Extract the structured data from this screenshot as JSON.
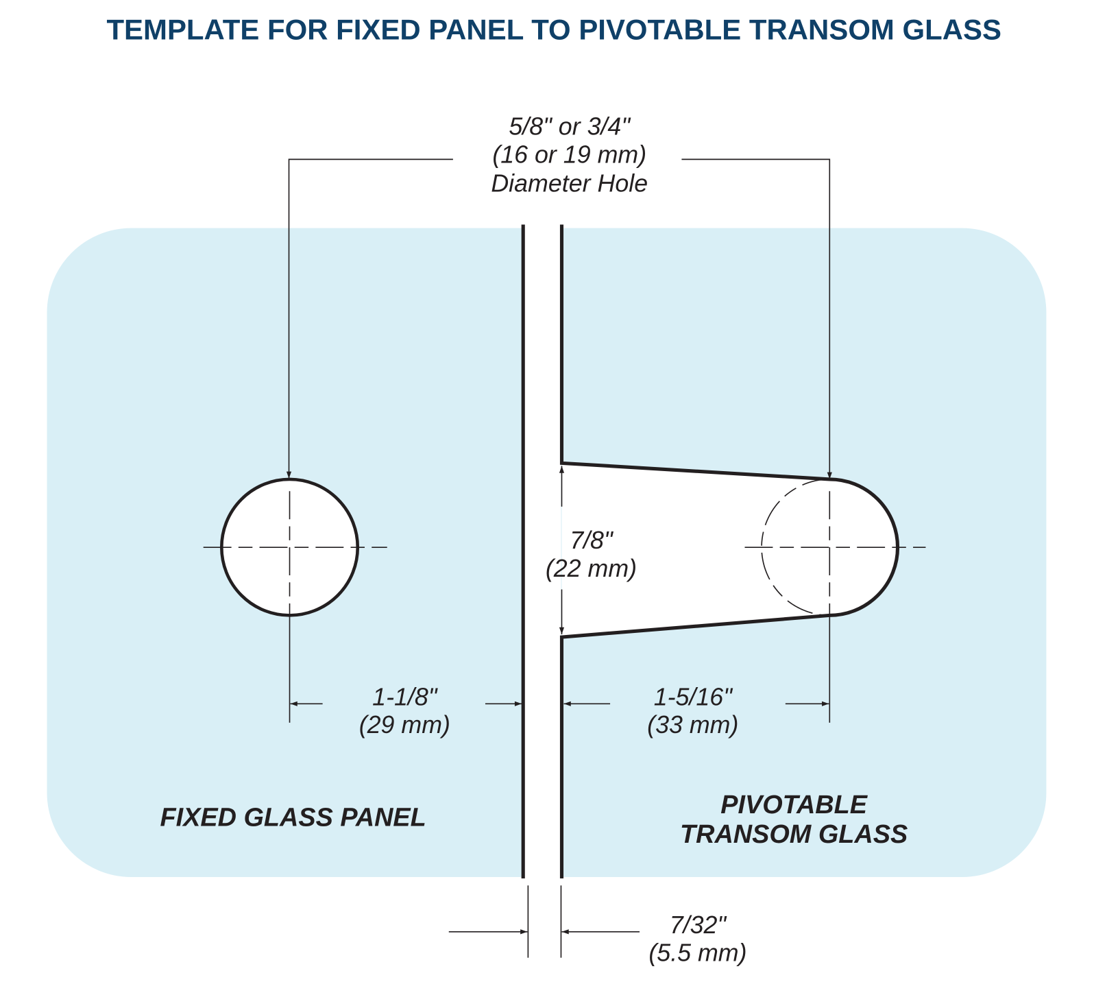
{
  "title": "TEMPLATE FOR FIXED PANEL TO  PIVOTABLE TRANSOM GLASS",
  "hole_callout": {
    "line1": "5/8\" or 3/4\"",
    "line2": "(16 or 19 mm)",
    "line3": "Diameter Hole"
  },
  "notch_height": {
    "imperial": "7/8\"",
    "metric": "(22 mm)"
  },
  "fixed_offset": {
    "imperial": "1-1/8\"",
    "metric": "(29 mm)"
  },
  "transom_offset": {
    "imperial": "1-5/16\"",
    "metric": "(33 mm)"
  },
  "gap": {
    "imperial": "7/32\"",
    "metric": "(5.5 mm)"
  },
  "labels": {
    "fixed": "FIXED GLASS PANEL",
    "transom_line1": "PIVOTABLE",
    "transom_line2": "TRANSOM GLASS"
  },
  "colors": {
    "title": "#0f4068",
    "glass": "#d9eff6",
    "line": "#231f20"
  }
}
